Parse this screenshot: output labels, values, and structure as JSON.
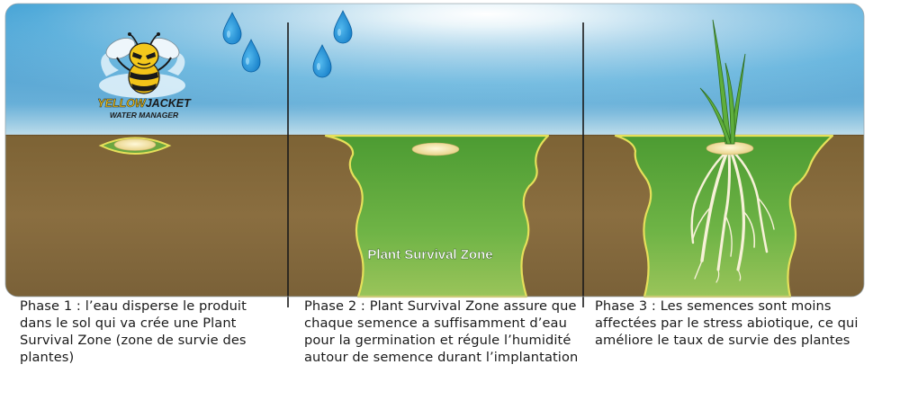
{
  "logo": {
    "yellow_word": "YELLOW",
    "jacket_word": "JACKET",
    "tagline": "WATER MANAGER"
  },
  "diagram": {
    "zone_label": "Plant Survival Zone"
  },
  "captions": {
    "phase1": "Phase 1 : l’eau disperse le produit dans le sol qui va crée une Plant Survival Zone (zone de survie des plantes)",
    "phase2": "Phase 2 : Plant Survival Zone assure que chaque semence a suffisamment d’eau pour la germination et régule l’humidité autour de semence durant l’implantation",
    "phase3": "Phase 3 : Les semences sont moins affectées par le stress abiotique, ce qui améliore le taux de survie des plantes"
  },
  "colors": {
    "sky_top": "#2f9ad2",
    "sky_bottom": "#cfe7f2",
    "soil": "#866b3e",
    "zone_green": "#5aa83a",
    "zone_outline": "#e6e05a",
    "water_drop": "#1e8fd8",
    "seed": "#f2e3a8",
    "root": "#f5eed2"
  }
}
